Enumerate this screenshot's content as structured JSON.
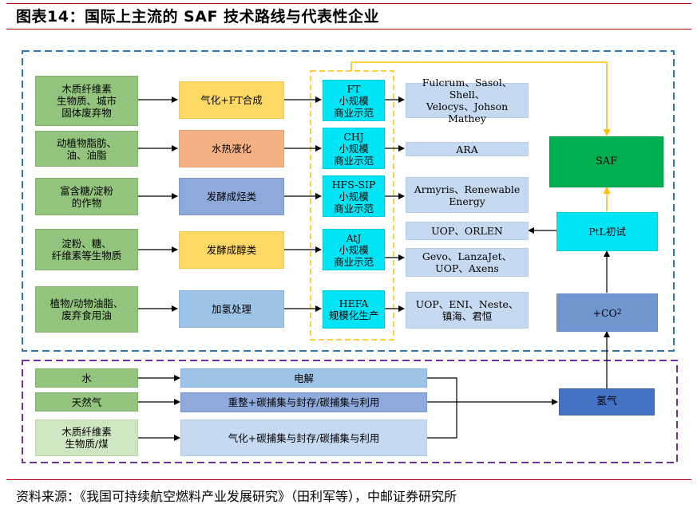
{
  "header": {
    "title": "图表14：国际上主流的 SAF 技术路线与代表性企业"
  },
  "footer": {
    "source": "资料来源：《我国可持续航空燃料产业发展研究》（田利军等），中邮证券研究所"
  },
  "colors": {
    "rule": "#c00000",
    "blue_dash": "#2e75b6",
    "purple_dash": "#7030a0",
    "yellow_dash": "#ffc000",
    "saf_green": "#00b050"
  },
  "feedstocks": [
    {
      "label": "木质纤维素\n生物质、城市\n固体废弃物"
    },
    {
      "label": "动植物脂肪、\n油、油脂"
    },
    {
      "label": "富含糖/淀粉\n的作物"
    },
    {
      "label": "淀粉、糖、\n纤维素等生物质"
    },
    {
      "label": "植物/动物油脂、\n废弃食用油"
    }
  ],
  "processes": [
    {
      "label": "气化+FT合成"
    },
    {
      "label": "水热液化"
    },
    {
      "label": "发酵成烃类"
    },
    {
      "label": "发酵成醇类"
    },
    {
      "label": "加氢处理"
    }
  ],
  "pathways": [
    {
      "label": "FT\n小规模\n商业示范"
    },
    {
      "label": "CHJ\n小规模\n商业示范"
    },
    {
      "label": "HFS-SIP\n小规模\n商业示范"
    },
    {
      "label": "AtJ\n小规模\n商业示范"
    },
    {
      "label": "HEFA\n规模化生产"
    }
  ],
  "companies": [
    {
      "label": "Fulcrum、Sasol、Shell、\nVelocys、Johson Mathey"
    },
    {
      "label": "ARA"
    },
    {
      "label": "Armyris、Renewable\nEnergy"
    },
    {
      "label": "UOP、ORLEN"
    },
    {
      "label": "Gevo、LanzaJet、\nUOP、Axens"
    },
    {
      "label": "UOP、ENI、Neste、\n镇海、君恒"
    }
  ],
  "right": {
    "saf": "SAF",
    "ptl": "PtL初试",
    "co2_prefix": "+CO",
    "co2_sub": "2"
  },
  "hydrogen": {
    "sources": [
      {
        "label": "水"
      },
      {
        "label": "天然气"
      },
      {
        "label": "木质纤维素\n生物质/煤"
      }
    ],
    "methods": [
      {
        "label": "电解"
      },
      {
        "label": "重整+碳捕集与封存/碳捕集与利用"
      },
      {
        "label": "气化+碳捕集与封存/碳捕集与利用"
      }
    ],
    "product": "氢气"
  }
}
